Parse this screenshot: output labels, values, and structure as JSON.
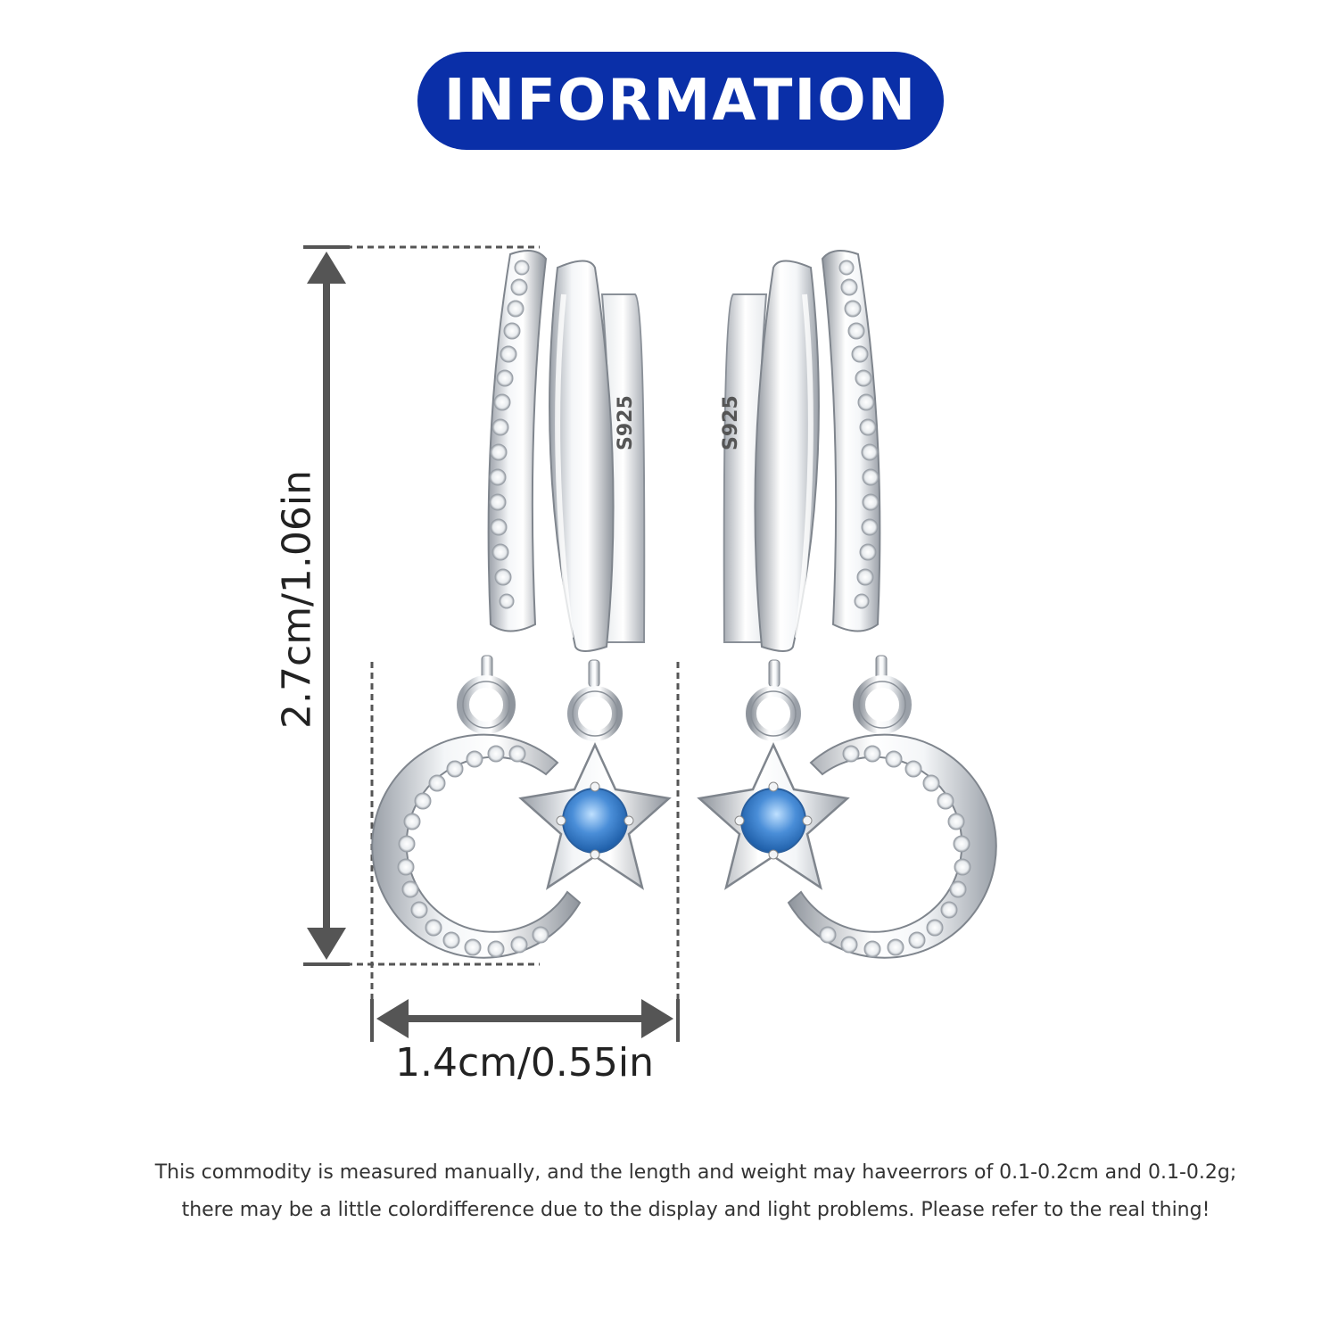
{
  "header": {
    "title": "INFORMATION",
    "color": "#0a2fa8"
  },
  "dimensions": {
    "height_label": "2.7cm/1.06in",
    "width_label": "1.4cm/0.55in",
    "line_color": "#555555"
  },
  "product": {
    "stamp": "S925",
    "stone_color": "#4a8ed8",
    "metal_color": "#d9dde2",
    "icons": [
      "hoop-earring-icon",
      "moon-charm-icon",
      "star-charm-icon"
    ]
  },
  "disclaimer": {
    "line1": "This commodity is measured manually, and the length and weight may haveerrors of 0.1-0.2cm and 0.1-0.2g;",
    "line2": "there may be a little colordifference due to the display and light problems. Please refer to the real thing!"
  }
}
